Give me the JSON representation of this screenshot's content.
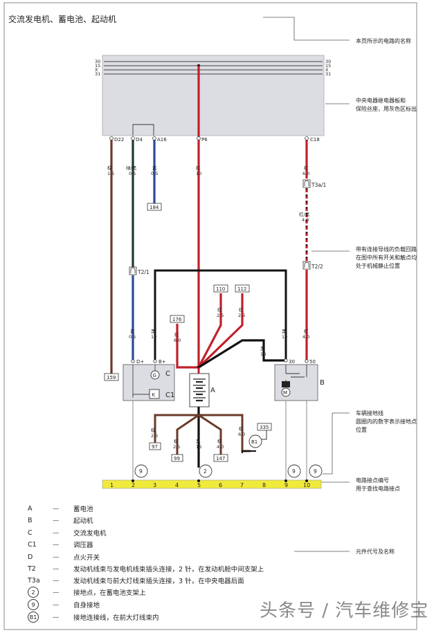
{
  "title": "交流发电机、蓄电池、起动机",
  "annotations": {
    "circuit_name": "本页所示的电路的名称",
    "relay_panel_1": "中央电器继电器板和",
    "relay_panel_2": "保险丝座，用灰色区标出",
    "load_circuit_1": "带有连接导线的负载回路",
    "load_circuit_2": "在图中所有开关和触点均",
    "load_circuit_3": "处于机械静止位置",
    "ground_1": "车辆接地线",
    "ground_2": "圆圈内的数字表示接地点",
    "ground_3": "位置",
    "junction_1": "电路接点编号",
    "junction_2": "用于查找电路接点",
    "component_code": "元件代号及名称"
  },
  "bus_labels": [
    "30",
    "15",
    "X",
    "31"
  ],
  "terminals": {
    "d22": "D22",
    "d4": "D4",
    "a16": "A16",
    "p6": "P6",
    "c18": "C18"
  },
  "wires": {
    "w1_color": "棕",
    "w1_size": "1.5",
    "w2_color": "绿/黑",
    "w2_size": "0.5",
    "w3_color": "蓝",
    "w3_size": "0.5",
    "w4_color": "红",
    "w4_size": "10",
    "w5_color": "红",
    "w5_size": "6.0",
    "w6_color": "红/黑",
    "w6_size": "4.0",
    "w7_color": "蓝",
    "w7_size": "0.5",
    "w8_color": "黑",
    "w8_size": "10",
    "w9_color": "红",
    "w9_size": "6.0",
    "w10_color": "红",
    "w10_size": "2.5",
    "w11_color": "红",
    "w11_size": "2.5",
    "w12_color": "黑",
    "w12_size": "10",
    "w13_color": "黑",
    "w13_size": "10",
    "w14_color": "红",
    "w14_size": "4.0",
    "w15_color": "棕",
    "w15_size": "2.5",
    "w16_color": "棕",
    "w16_size": "2.5",
    "w17_color": "黑",
    "w17_size": "16",
    "w18_color": "棕",
    "w18_size": "4.0",
    "w19_color": "棕",
    "w19_size": "6.0"
  },
  "connectors": {
    "t21": "T2/1",
    "t3a1": "T3a/1",
    "t22": "T2/2"
  },
  "refs": {
    "r184": "184",
    "r159": "159",
    "r176": "176",
    "r110": "110",
    "r112": "112",
    "r97": "97",
    "r99": "99",
    "r147": "147",
    "r335": "335"
  },
  "components": {
    "alt": "C",
    "reg": "C1",
    "bat": "A",
    "starter": "B",
    "d_plus": "D+",
    "b_plus": "B+",
    "t30": "30",
    "t50": "50",
    "b1": "B1"
  },
  "grounds": {
    "g_left": "9",
    "g_mid": "2",
    "g_r1": "9",
    "g_r2": "9"
  },
  "bar_numbers": [
    "1",
    "2",
    "3",
    "4",
    "5",
    "6",
    "7",
    "8",
    "9",
    "10"
  ],
  "legend": [
    {
      "code": "A",
      "desc": "蓄电池"
    },
    {
      "code": "B",
      "desc": "起动机"
    },
    {
      "code": "C",
      "desc": "交流发电机"
    },
    {
      "code": "C1",
      "desc": "调压器"
    },
    {
      "code": "D",
      "desc": "点火开关"
    },
    {
      "code": "T2",
      "desc": "发动机线束与发电机线束插头连接，2 针，在发动机舱中间支架上"
    },
    {
      "code": "T3a",
      "desc": "发动机线束与前大灯线束插头连接，3 针，在中央电器后面"
    },
    {
      "code": "2",
      "desc": "接地点，在蓄电池支架上"
    },
    {
      "code": "9",
      "desc": "自身接地"
    },
    {
      "code": "B1",
      "desc": "接地连接线，在前大灯线束内"
    }
  ],
  "legend_dash": "—",
  "watermark": "头条号 / 汽车维修宝",
  "colors": {
    "brown": "#6b3a2a",
    "darkgreen": "#1f3a2c",
    "blue": "#2a4a9a",
    "red": "#c0202a",
    "black": "#111111",
    "gray": "#dcdde2",
    "yellow": "#f0ea3c"
  }
}
